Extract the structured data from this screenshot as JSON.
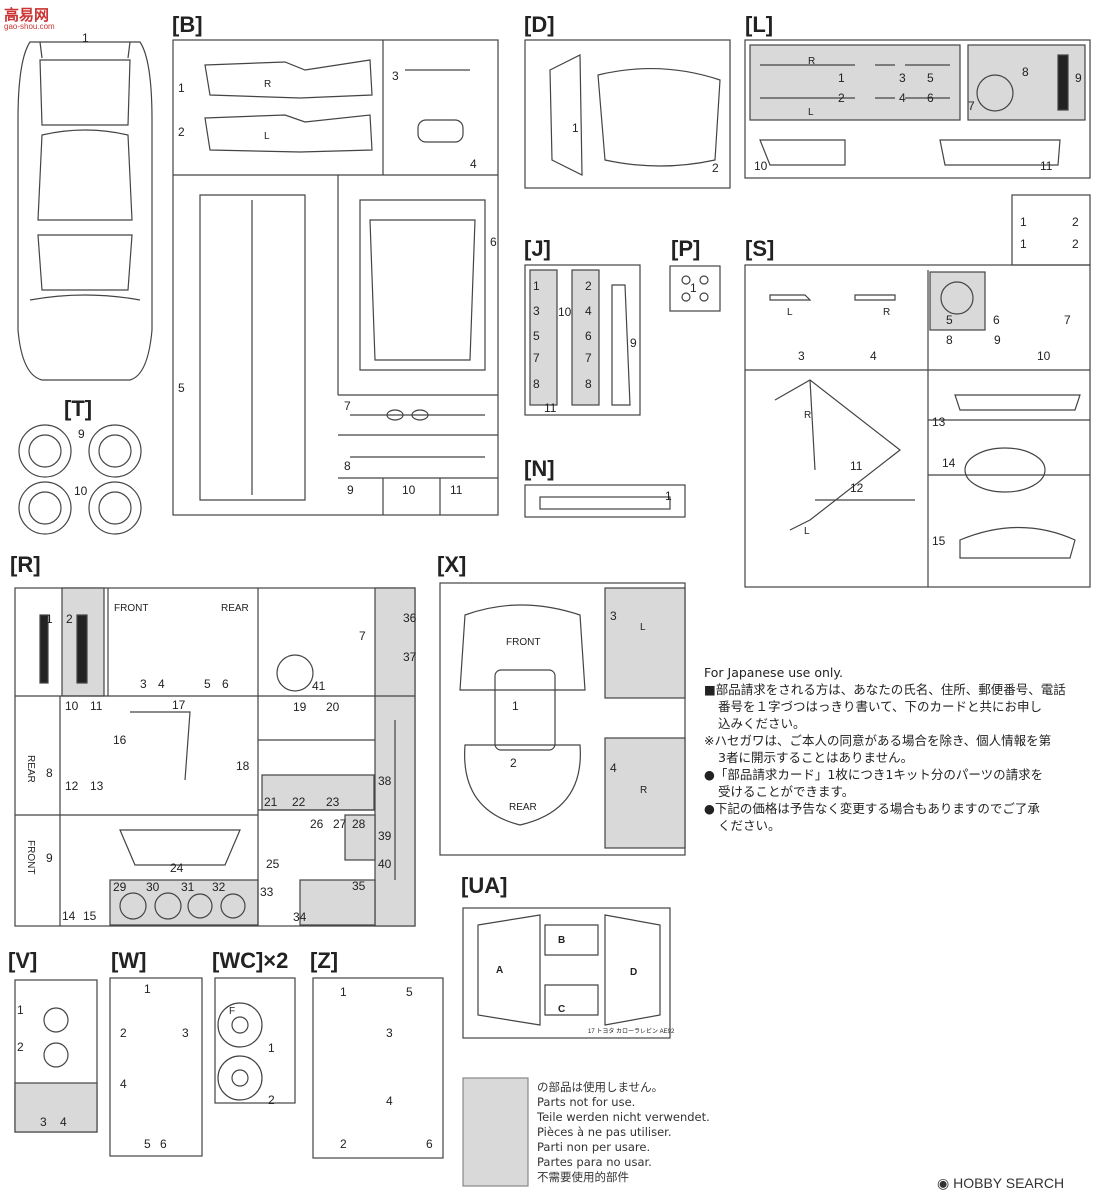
{
  "watermark_top": "高易网",
  "watermark_top_url": "gao-shou.com",
  "watermark_bottom": "HOBBY SEARCH",
  "cover_number": "1",
  "sprues": [
    {
      "id": "[B]"
    },
    {
      "id": "[D]"
    },
    {
      "id": "[L]"
    },
    {
      "id": "[J]"
    },
    {
      "id": "[P]"
    },
    {
      "id": "[S]"
    },
    {
      "id": "[T]"
    },
    {
      "id": "[N]"
    },
    {
      "id": "[R]"
    },
    {
      "id": "[X]"
    },
    {
      "id": "[UA]"
    },
    {
      "id": "[V]"
    },
    {
      "id": "[W]"
    },
    {
      "id": "[WC]×2"
    },
    {
      "id": "[Z]"
    }
  ],
  "labels": {
    "front": "FRONT",
    "rear": "REAR",
    "r": "R",
    "l": "L",
    "f": "F",
    "ua_a": "A",
    "ua_b": "B",
    "ua_c": "C",
    "ua_d": "D",
    "ua_caption": "17 トヨタ カローラレビン AE92"
  },
  "notes": {
    "header": "For Japanese use only.",
    "line1": "■部品請求をされる方は、あなたの氏名、住所、郵便番号、電話",
    "line2": "番号を１字づつはっきり書いて、下のカードと共にお申し",
    "line3": "込みください。",
    "line4": "※ハセガワは、ご本人の同意がある場合を除き、個人情報を第",
    "line5": "3者に開示することはありません。",
    "line6": "●「部品請求カード」1枚につき1キット分のパーツの請求を",
    "line7": "受けることができます。",
    "line8": "●下記の価格は予告なく変更する場合もありますのでご了承",
    "line9": "ください。"
  },
  "legend": [
    "の部品は使用しません。",
    "Parts not for use.",
    "Teile werden nicht verwendet.",
    "Pièces à ne pas utiliser.",
    "Parti non per usare.",
    "Partes para no usar.",
    "不需要使用的部件"
  ],
  "colors": {
    "line": "#444444",
    "unused_fill": "#d9d9d9",
    "watermark": "#cc3333"
  }
}
